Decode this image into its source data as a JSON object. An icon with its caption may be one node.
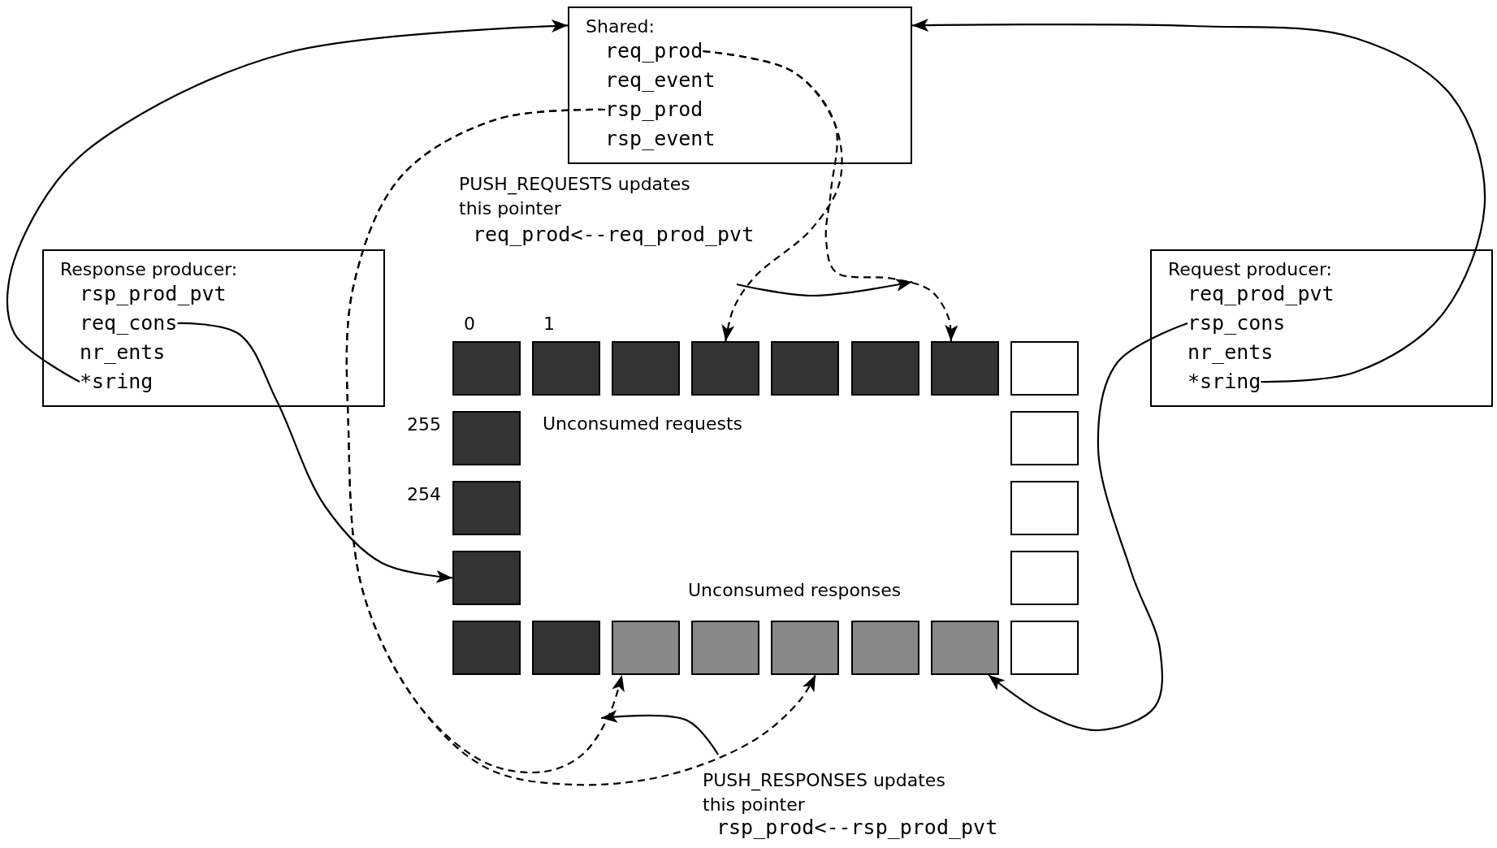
{
  "diagram": {
    "nodes": [
      {
        "text": [
          "Shared:"
        ]
      },
      {
        "text": [
          "req_prod"
        ],
        "in": 0
      },
      {
        "text": [
          "req_event"
        ],
        "in": 0
      },
      {
        "text": [
          "rsp_prod"
        ],
        "in": 0
      },
      {
        "text": [
          "rsp_event"
        ],
        "in": 0
      },
      {
        "text": [
          "Response producer:"
        ]
      },
      {
        "text": [
          "rsp_prod_pvt"
        ],
        "in": 5
      },
      {
        "text": [
          "req_cons"
        ],
        "in": 5
      },
      {
        "text": [
          "nr_ents"
        ],
        "in": 5
      },
      {
        "text": [
          "*sring"
        ],
        "in": 5
      },
      {
        "text": [
          "Request producer:"
        ]
      },
      {
        "text": [
          "req_prod_pvt"
        ],
        "in": 10
      },
      {
        "text": [
          "rsp_cons"
        ],
        "in": 10
      },
      {
        "text": [
          "nr_ents"
        ],
        "in": 10
      },
      {
        "text": [
          "*sring"
        ],
        "in": 10
      },
      {
        "text": [],
        "shape": "box",
        "beside": [
          "0"
        ]
      },
      {
        "text": [],
        "shape": "box",
        "beside": [
          "1"
        ]
      },
      {
        "text": [],
        "shape": "box"
      },
      {
        "text": [],
        "shape": "box"
      },
      {
        "text": [],
        "shape": "box"
      },
      {
        "text": [],
        "shape": "box"
      },
      {
        "text": [],
        "shape": "box"
      },
      {
        "text": [],
        "shape": "box"
      },
      {
        "text": [],
        "shape": "box",
        "beside": [
          "255"
        ]
      },
      {
        "text": [],
        "shape": "box"
      },
      {
        "text": [],
        "shape": "box",
        "beside": [
          "254"
        ]
      },
      {
        "text": [],
        "shape": "box"
      },
      {
        "text": [],
        "shape": "box"
      },
      {
        "text": [],
        "shape": "box"
      },
      {
        "text": [],
        "shape": "box"
      },
      {
        "text": [],
        "shape": "box"
      },
      {
        "text": [],
        "shape": "box"
      },
      {
        "text": [],
        "shape": "box"
      },
      {
        "text": [],
        "shape": "box"
      },
      {
        "text": [],
        "shape": "box"
      },
      {
        "text": [],
        "shape": "box"
      },
      {
        "text": [],
        "shape": "box"
      }
    ],
    "edges": [
      {
        "from": 9,
        "to": 0,
        "arrow": "to"
      },
      {
        "from": 14,
        "to": 0,
        "arrow": "to"
      },
      {
        "from": 7,
        "to": 27,
        "arrow": "to"
      },
      {
        "from": 12,
        "to": 35,
        "arrow": "to"
      },
      {
        "from": 1,
        "to": 18,
        "arrow": "to",
        "style": "dashed"
      },
      {
        "from": 1,
        "to": 21,
        "arrow": "to",
        "style": "dashed"
      },
      {
        "from": 3,
        "to": 31,
        "arrow": "to",
        "style": "dashed"
      },
      {
        "from": 3,
        "to": 33,
        "arrow": "to",
        "style": "dashed"
      }
    ],
    "labels": [
      "PUSH_REQUESTS updates this pointer",
      "req_prod<--req_prod_pvt",
      "Unconsumed requests",
      "Unconsumed responses",
      "PUSH_RESPONSES updates this pointer",
      "rsp_prod<--rsp_prod_pvt"
    ]
  }
}
